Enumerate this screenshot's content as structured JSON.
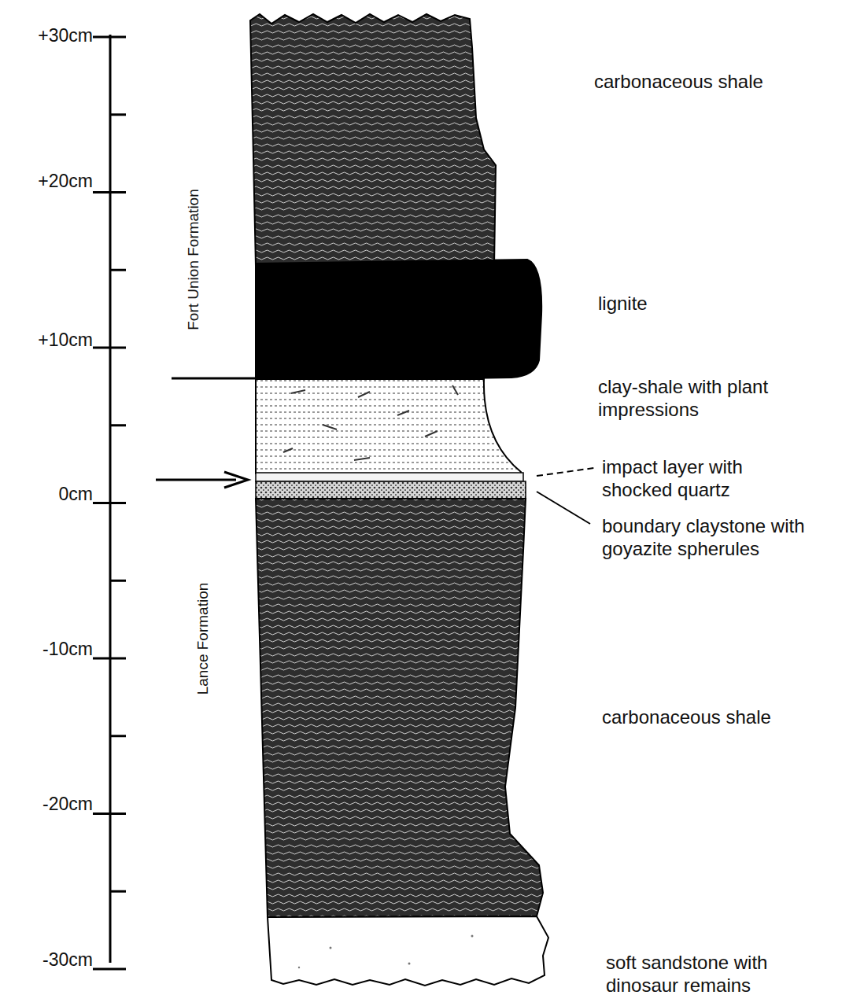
{
  "diagram": {
    "labels": [
      "+30cm",
      "+20cm",
      "+10cm",
      "0cm",
      "-10cm",
      "-20cm",
      "-30cm",
      "Fort Union Formation",
      "Lance Formation",
      "carbonaceous shale",
      "lignite",
      "clay-shale with plant impressions",
      "impact layer with shocked quartz",
      "boundary claystone with goyazite spherules",
      "carbonaceous shale",
      "soft sandstone with dinosaur remains"
    ]
  }
}
